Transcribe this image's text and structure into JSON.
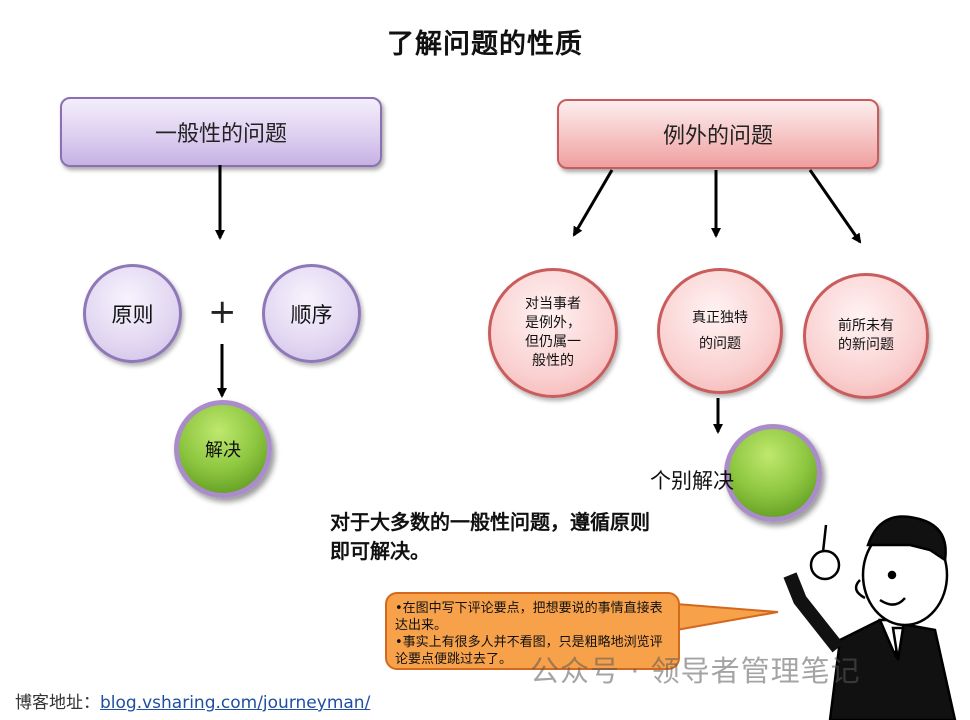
{
  "title": "了解问题的性质",
  "general": {
    "header": "一般性的问题",
    "principle": "原则",
    "plus": "+",
    "order": "顺序",
    "solve": "解决"
  },
  "exception": {
    "header": "例外的问题",
    "circles": [
      [
        "对当事者",
        "是例外，",
        "但仍属一",
        "般性的"
      ],
      [
        "真正独特",
        "的问题"
      ],
      [
        "前所未有",
        "的新问题"
      ]
    ],
    "individual_solve": "个别解决"
  },
  "main_text": "对于大多数的一般性问题，遵循原则即可解决。",
  "callout": [
    "•在图中写下评论要点，把想要说的事情直接表达出来。",
    "•事实上有很多人并不看图，只是粗略地浏览评论要点便跳过去了。"
  ],
  "footer": {
    "label": "博客地址：",
    "url": "blog.vsharing.com/journeyman/"
  },
  "watermark": "公众号 · 领导者管理笔记",
  "colors": {
    "purple_border": "#8a6fb2",
    "pink_border": "#c85c5c",
    "green": "#8cc63f",
    "callout": "#f7a14a"
  }
}
